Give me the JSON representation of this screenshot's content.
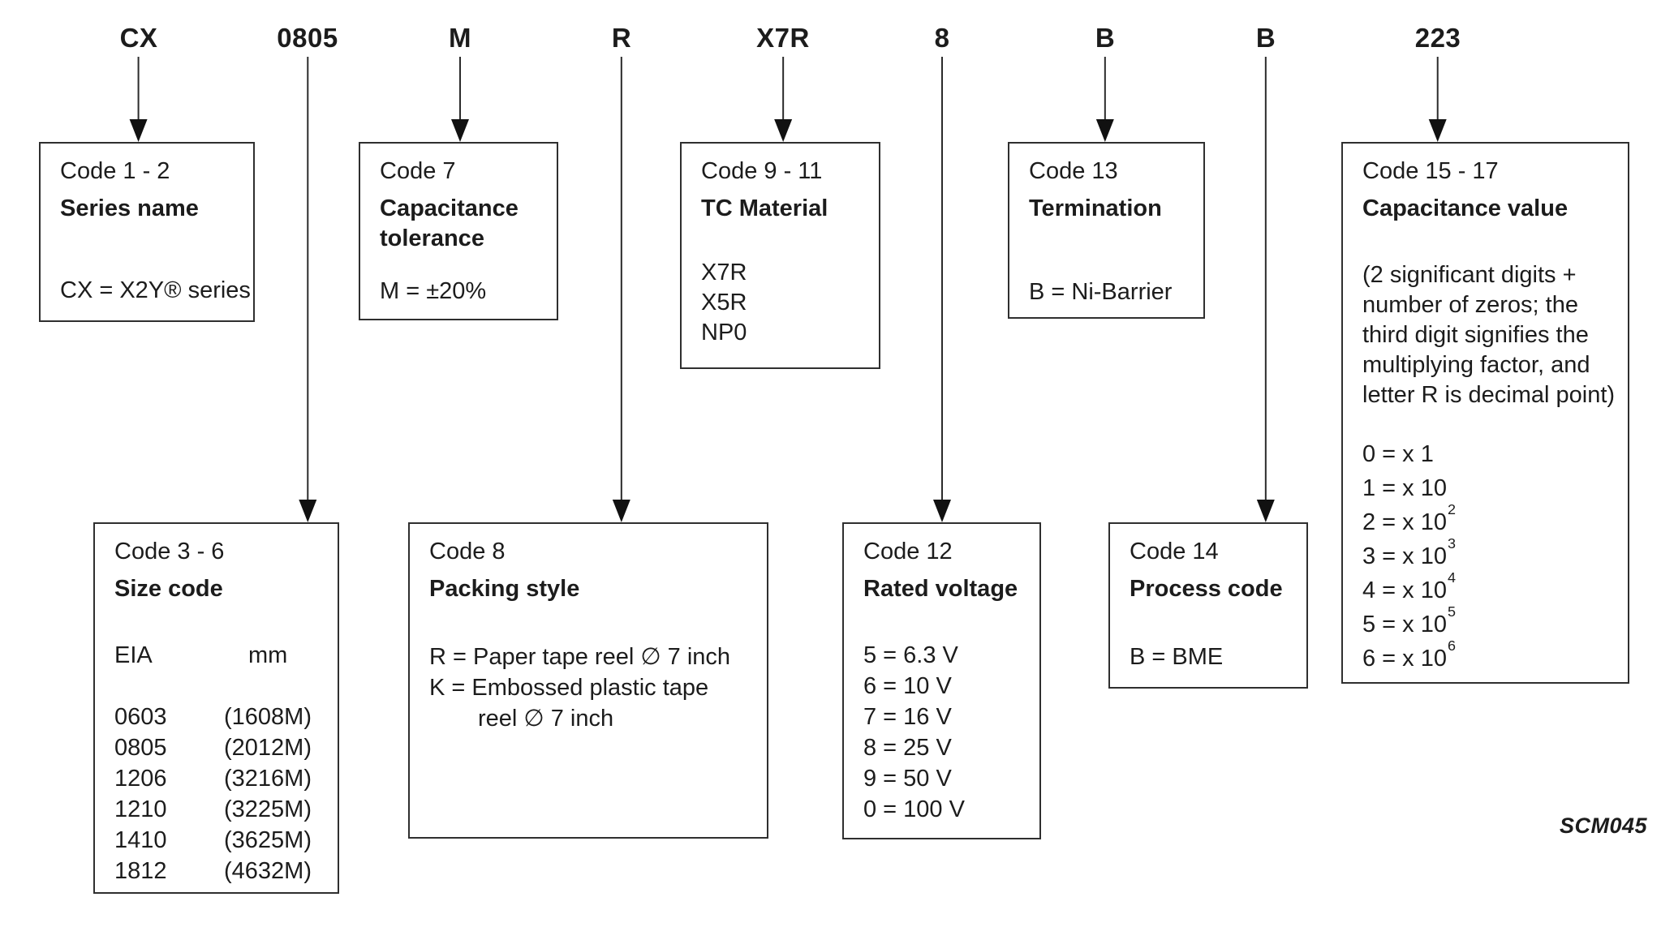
{
  "page": {
    "watermark": "SCM045"
  },
  "part_number": {
    "codes": [
      {
        "text": "CX"
      },
      {
        "text": "0805"
      },
      {
        "text": "M"
      },
      {
        "text": "R"
      },
      {
        "text": "X7R"
      },
      {
        "text": "8"
      },
      {
        "text": "B"
      },
      {
        "text": "B"
      },
      {
        "text": "223"
      }
    ]
  },
  "boxes": [
    {
      "code": "Code 1 - 2",
      "title": "Series name",
      "values": [
        "CX = X2Y® series"
      ]
    },
    {
      "code": "Code 7",
      "title": "Capacitance tolerance",
      "values": [
        "M = ±20%"
      ]
    },
    {
      "code": "Code 9 - 11",
      "title": "TC Material",
      "values": [
        "X7R",
        "X5R",
        "NP0"
      ]
    },
    {
      "code": "Code 13",
      "title": "Termination",
      "values": [
        "B = Ni-Barrier"
      ]
    },
    {
      "code": "Code 15 - 17",
      "title": "Capacitance value",
      "note_lines": [
        "(2 significant digits +",
        "number of zeros; the",
        "third digit signifies the",
        "multiplying factor, and",
        "letter R is decimal point)"
      ],
      "multipliers": [
        {
          "label": "0 = x 1",
          "exp": ""
        },
        {
          "label": "1 = x 10",
          "exp": ""
        },
        {
          "label": "2 = x 10",
          "exp": "2"
        },
        {
          "label": "3 = x 10",
          "exp": "3"
        },
        {
          "label": "4 = x 10",
          "exp": "4"
        },
        {
          "label": "5 = x 10",
          "exp": "5"
        },
        {
          "label": "6 = x 10",
          "exp": "6"
        }
      ]
    },
    {
      "code": "Code 3 - 6",
      "title": "Size code",
      "table": {
        "headers": [
          "EIA",
          "mm"
        ],
        "rows": [
          [
            "0603",
            "(1608M)"
          ],
          [
            "0805",
            "(2012M)"
          ],
          [
            "1206",
            "(3216M)"
          ],
          [
            "1210",
            "(3225M)"
          ],
          [
            "1410",
            "(3625M)"
          ],
          [
            "1812",
            "(4632M)"
          ]
        ]
      }
    },
    {
      "code": "Code 8",
      "title": "Packing style",
      "values": [
        "R = Paper tape reel ∅ 7 inch",
        "K = Embossed plastic tape",
        "reel ∅ 7 inch"
      ]
    },
    {
      "code": "Code 12",
      "title": "Rated voltage",
      "values": [
        "5 = 6.3 V",
        "6 = 10 V",
        "7 = 16 V",
        "8 = 25 V",
        "9 = 50 V",
        "0 = 100 V"
      ]
    },
    {
      "code": "Code 14",
      "title": "Process code",
      "values": [
        "B = BME"
      ]
    }
  ]
}
